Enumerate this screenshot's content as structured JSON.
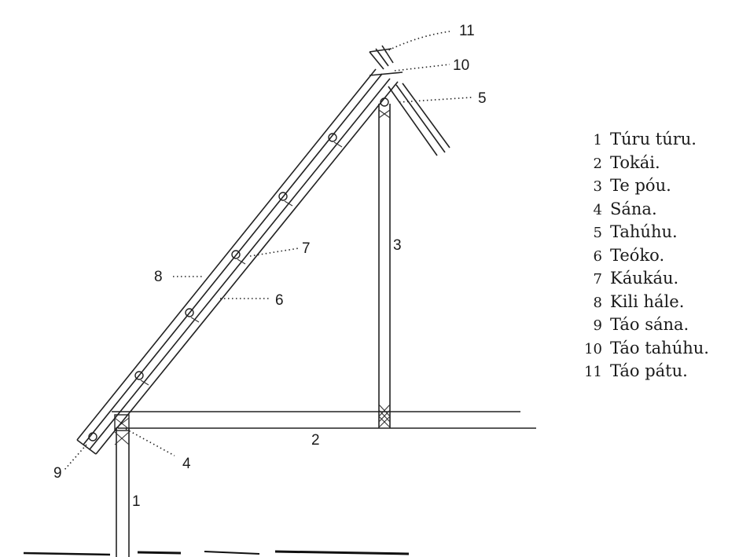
{
  "legend": [
    {
      "num": "1",
      "label": "Túru túru."
    },
    {
      "num": "2",
      "label": "Tokái."
    },
    {
      "num": "3",
      "label": "Te póu."
    },
    {
      "num": "4",
      "label": "Sána."
    },
    {
      "num": "5",
      "label": "Tahúhu."
    },
    {
      "num": "6",
      "label": "Teóko."
    },
    {
      "num": "7",
      "label": "Káukáu."
    },
    {
      "num": "8",
      "label": "Kili hále."
    },
    {
      "num": "9",
      "label": "Táo sána."
    },
    {
      "num": "10",
      "label": "Táo tahúhu."
    },
    {
      "num": "11",
      "label": "Táo pátu."
    }
  ],
  "callouts": {
    "n1": "1",
    "n2": "2",
    "n3": "3",
    "n4": "4",
    "n5": "5",
    "n6": "6",
    "n7": "7",
    "n8": "8",
    "n9": "9",
    "n10": "10",
    "n11": "11"
  }
}
